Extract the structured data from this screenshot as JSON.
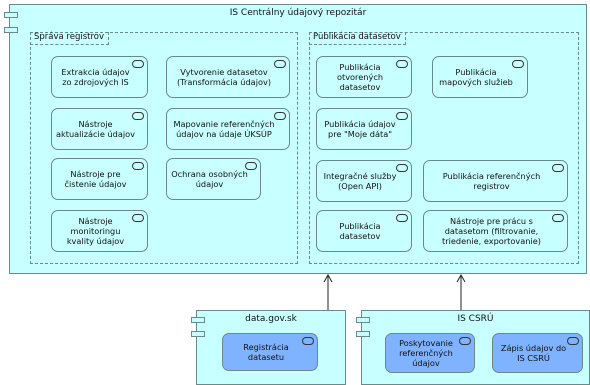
{
  "main_component": {
    "title": "IS Centrálny údajový repozitár",
    "groups": [
      {
        "title": "Správa registrov",
        "services": [
          "Extrakcia údajov zo zdrojových IS",
          "Vytvorenie datasetov (Transformácia údajov)",
          "Nástroje aktualizácie údajov",
          "Mapovanie referenčných údajov na údaje ÚKSÚP",
          "Nástroje pre čistenie údajov",
          "Ochrana osobných údajov",
          "Nástroje monitoringu kvality údajov"
        ]
      },
      {
        "title": "Publikácia datasetov",
        "services": [
          "Publikácia otvorených datasetov",
          "Publikácia mapových služieb",
          "Publikácia údajov pre \"Moje dáta\"",
          "Integračné služby (Open API)",
          "Publikácia referenčných registrov",
          "Publikácia datasetov",
          "Nástroje pre prácu s datasetom (filtrovanie, triedenie, exportovanie)"
        ]
      }
    ]
  },
  "external_components": [
    {
      "title": "data.gov.sk",
      "services": [
        "Registrácia datasetu"
      ]
    },
    {
      "title": "IS CSRÚ",
      "services": [
        "Poskytovanie referenčných údajov",
        "Zápis údajov do IS CSRÚ"
      ]
    }
  ],
  "colors": {
    "component_fill": "#c8ffff",
    "service_blue": "#7fb2ff",
    "border": "#6a8a8a"
  }
}
